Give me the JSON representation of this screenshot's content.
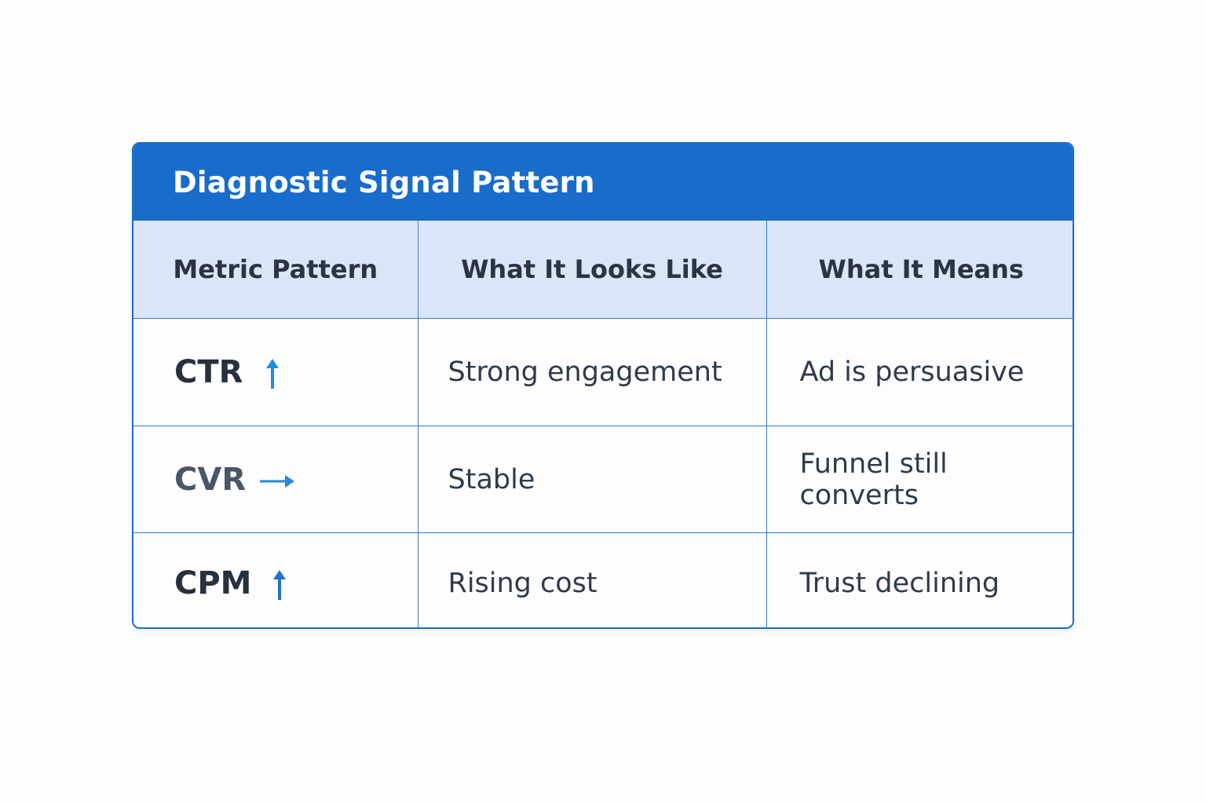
{
  "table": {
    "title": "Diagnostic Signal Pattern",
    "headers": [
      "Metric Pattern",
      "What It Looks Like",
      "What It Means"
    ],
    "rows": [
      {
        "metric": "CTR",
        "trend_icon": "arrow-up-icon",
        "looks_like": "Strong engagement",
        "means": "Ad is persuasive"
      },
      {
        "metric": "CVR",
        "trend_icon": "arrow-right-icon",
        "looks_like": "Stable",
        "means": "Funnel still converts"
      },
      {
        "metric": "CPM",
        "trend_icon": "arrow-up-icon",
        "looks_like": "Rising cost",
        "means": "Trust declining"
      }
    ]
  },
  "colors": {
    "title_bar": "#1a6cca",
    "header_bg": "#dae6f7",
    "border": "#3a7bd0",
    "arrow_ctr": "#1a8fe0",
    "arrow_cvr": "#2e86d8",
    "arrow_cpm": "#2170c8"
  }
}
